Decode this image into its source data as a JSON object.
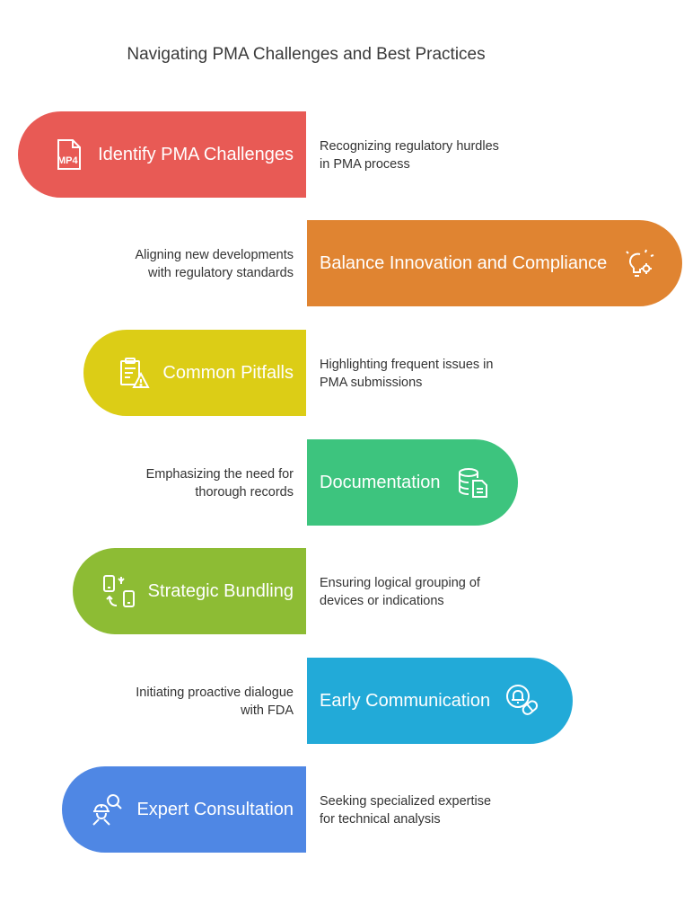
{
  "title": "Navigating PMA Challenges and Best Practices",
  "steps": [
    {
      "label": "Identify PMA Challenges",
      "desc": [
        "Recognizing regulatory hurdles",
        "in PMA process"
      ],
      "color": "#e85a55",
      "icon": "mp4-file-icon"
    },
    {
      "label": "Balance Innovation and Compliance",
      "desc": [
        "Aligning new developments",
        "with regulatory standards"
      ],
      "color": "#e08431",
      "icon": "lightbulb-gear-icon"
    },
    {
      "label": "Common Pitfalls",
      "desc": [
        "Highlighting frequent issues in",
        "PMA submissions"
      ],
      "color": "#dccd16",
      "icon": "clipboard-warning-icon"
    },
    {
      "label": "Documentation",
      "desc": [
        "Emphasizing the need for",
        "thorough records"
      ],
      "color": "#3dc47e",
      "icon": "database-document-icon"
    },
    {
      "label": "Strategic Bundling",
      "desc": [
        "Ensuring logical grouping of",
        "devices or indications"
      ],
      "color": "#8dbc34",
      "icon": "device-exchange-icon"
    },
    {
      "label": "Early Communication",
      "desc": [
        "Initiating proactive dialogue",
        "with FDA"
      ],
      "color": "#22aad8",
      "icon": "bell-pill-icon"
    },
    {
      "label": "Expert Consultation",
      "desc": [
        "Seeking specialized expertise",
        "for technical analysis"
      ],
      "color": "#4f87e4",
      "icon": "expert-search-icon"
    }
  ]
}
